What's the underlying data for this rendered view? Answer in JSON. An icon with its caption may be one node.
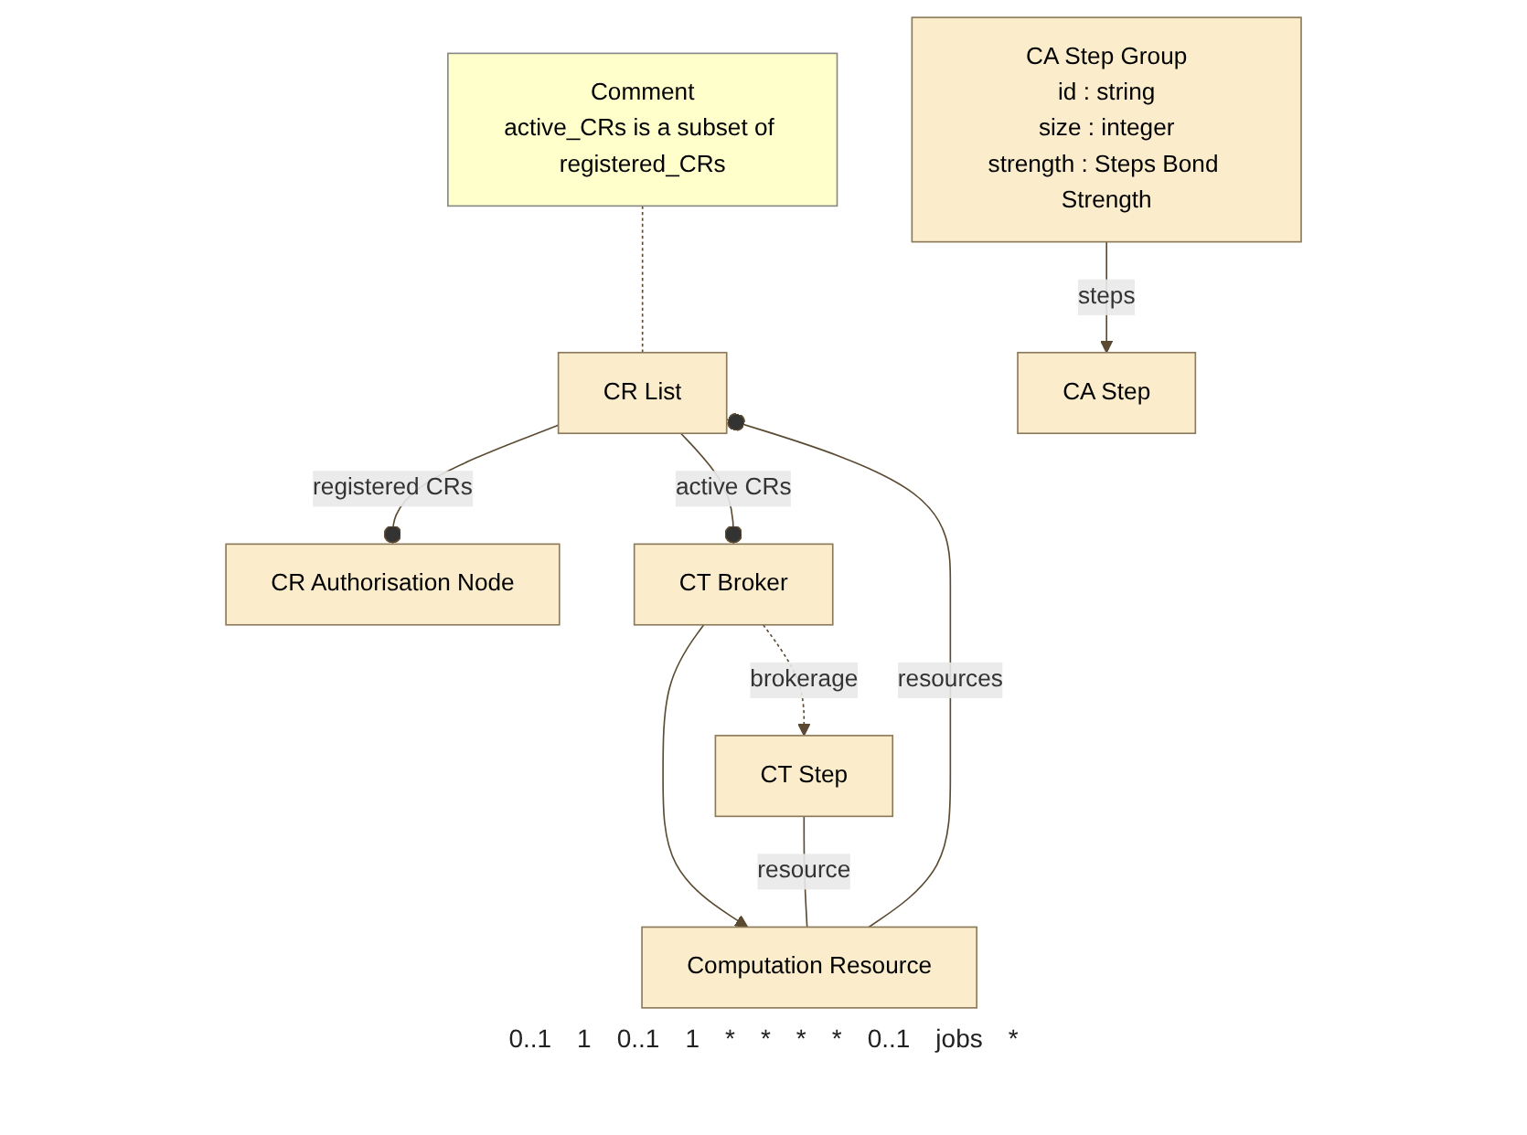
{
  "diagram": {
    "nodes": [
      {
        "text": [
          "CR Authorisation Node"
        ]
      },
      {
        "text": [
          "Comment",
          "active_CRs is a subset of registered_CRs"
        ]
      },
      {
        "text": [
          "CT Broker"
        ]
      },
      {
        "text": [
          "CR List"
        ]
      },
      {
        "text": [
          "CA Step"
        ]
      },
      {
        "text": [
          "Computation Resource"
        ]
      },
      {
        "text": [
          "CA Step Group",
          "id : string",
          "size : integer",
          "strength : Steps Bond Strength"
        ]
      },
      {
        "text": [
          "CT Step"
        ]
      }
    ],
    "edges": [
      {
        "from": 3,
        "to": 0,
        "arrow": "other",
        "label": "registered CRs"
      },
      {
        "from": 1,
        "to": 3,
        "arrow": "none",
        "style": "dashed"
      },
      {
        "from": 3,
        "to": 2,
        "arrow": "other",
        "label": "active CRs"
      },
      {
        "from": 5,
        "to": 3,
        "arrow": "other",
        "label": "resources"
      },
      {
        "from": 2,
        "to": 5,
        "arrow": "to"
      },
      {
        "from": 6,
        "to": 4,
        "arrow": "to",
        "label": "steps"
      },
      {
        "from": 2,
        "to": 7,
        "arrow": "to",
        "style": "dashed",
        "label": "brokerage"
      },
      {
        "from": 7,
        "to": 5,
        "arrow": "none",
        "label": "resource"
      }
    ],
    "labels": [
      "0..1",
      "1",
      "0..1",
      "1",
      "*",
      "*",
      "*",
      "*",
      "0..1",
      "jobs",
      "*"
    ]
  }
}
